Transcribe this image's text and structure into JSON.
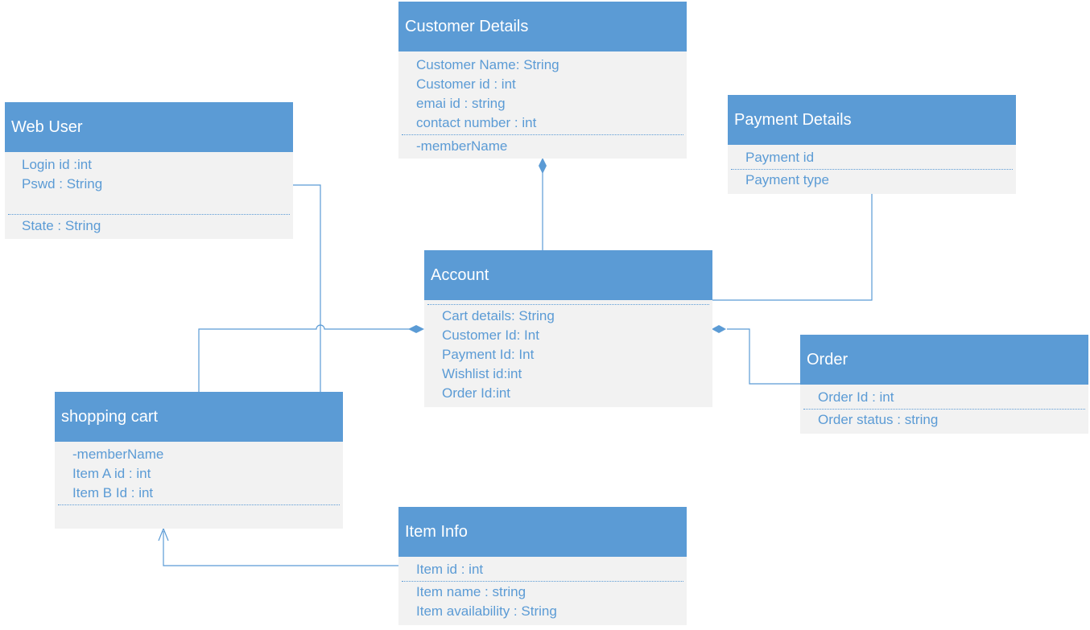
{
  "diagram": {
    "classes": {
      "customer_details": {
        "title": "Customer Details",
        "attributes": [
          "Customer Name: String",
          "Customer id : int",
          "emai id : string",
          "contact number : int"
        ],
        "operations": [
          "-memberName"
        ]
      },
      "web_user": {
        "title": "Web User",
        "attributes": [
          "Login id :int",
          "Pswd : String"
        ],
        "operations": [
          "State : String"
        ]
      },
      "payment_details": {
        "title": "Payment Details",
        "attributes": [
          "Payment id"
        ],
        "operations": [
          "Payment type"
        ]
      },
      "account": {
        "title": "Account",
        "attributes": [],
        "operations": [
          "Cart details: String",
          "Customer Id: Int",
          "Payment Id: Int",
          "Wishlist id:int",
          "Order Id:int"
        ]
      },
      "order": {
        "title": "Order",
        "attributes": [
          "Order Id : int"
        ],
        "operations": [
          "Order status : string"
        ]
      },
      "shopping_cart": {
        "title": "shopping cart",
        "attributes": [
          "-memberName",
          "Item A id :  int",
          "Item B Id : int"
        ],
        "operations": []
      },
      "item_info": {
        "title": "Item Info",
        "attributes": [
          "Item id : int"
        ],
        "operations": [
          "Item name : string",
          "Item availability : String"
        ]
      }
    },
    "colors": {
      "header": "#5b9bd5",
      "body": "#f2f2f2",
      "text": "#5b9bd5",
      "line": "#5b9bd5"
    },
    "connectors": [
      {
        "from": "account",
        "to": "customer_details",
        "type": "composition"
      },
      {
        "from": "account",
        "to": "payment_details",
        "type": "association"
      },
      {
        "from": "shopping_cart",
        "to": "account",
        "type": "composition"
      },
      {
        "from": "order",
        "to": "account",
        "type": "composition"
      },
      {
        "from": "shopping_cart",
        "to": "web_user",
        "type": "association"
      },
      {
        "from": "item_info",
        "to": "shopping_cart",
        "type": "generalization"
      }
    ]
  }
}
